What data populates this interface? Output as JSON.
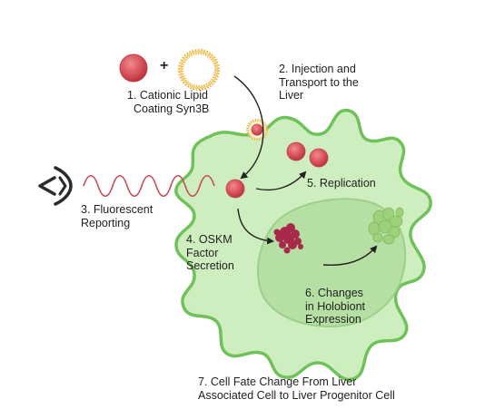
{
  "colors": {
    "cell_fill": "#cfeec0",
    "cell_outline": "#6fc15a",
    "nucleus_fill": "#b6e0a3",
    "nucleus_outline": "#9bd08a",
    "particle_red": "#d9525a",
    "lipid_ring": "#e9b94a",
    "wave": "#c44b56",
    "protein": "#a8294a",
    "holobiont": "#9fd07a",
    "arrow": "#222222"
  },
  "icons": {
    "eye": "eye-icon",
    "particle": "red-sphere",
    "lipid": "lipid-ring",
    "protein": "oskm-protein-icon",
    "holobiont": "holobiont-cluster-icon"
  },
  "labels": {
    "plus": "+",
    "step1": {
      "line1": "1.  Cationic Lipid",
      "line2": "Coating Syn3B"
    },
    "step2": {
      "line1": "2. Injection and",
      "line2": "Transport to the",
      "line3": "Liver"
    },
    "step3": {
      "line1": "3. Fluorescent",
      "line2": "Reporting"
    },
    "step4": {
      "line1": "4. OSKM",
      "line2": "Factor",
      "line3": "Secretion"
    },
    "step5": {
      "line1": "5. Replication"
    },
    "step6": {
      "line1": "6. Changes",
      "line2": "in Holobiont",
      "line3": "Expression"
    },
    "step7": {
      "line1": "7. Cell Fate Change From Liver",
      "line2": "Associated Cell to Liver Progenitor Cell"
    }
  }
}
